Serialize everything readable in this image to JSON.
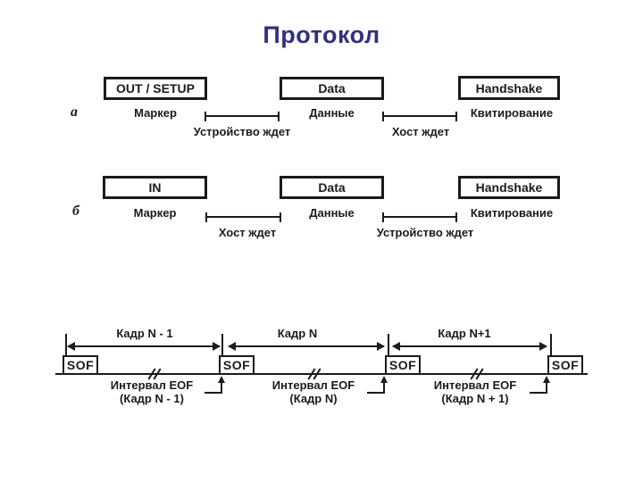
{
  "slide": {
    "title": "Протокол"
  },
  "colors": {
    "title_accent": "#31327d",
    "ink": "#1b1b1b",
    "background": "#ffffff"
  },
  "transactions": [
    {
      "row_label": "а",
      "boxes": [
        "OUT / SETUP",
        "Data",
        "Handshake"
      ],
      "packet_labels": [
        "Маркер",
        "Данные",
        "Квитирование"
      ],
      "wait_labels": [
        "Устройство ждет",
        "Хост ждет"
      ]
    },
    {
      "row_label": "б",
      "boxes": [
        "IN",
        "Data",
        "Handshake"
      ],
      "packet_labels": [
        "Маркер",
        "Данные",
        "Квитирование"
      ],
      "wait_labels": [
        "Хост ждет",
        "Устройство ждет"
      ]
    }
  ],
  "frame_timeline": {
    "frame_labels": [
      "Кадр N - 1",
      "Кадр N",
      "Кадр N+1"
    ],
    "sof_label": "SOF",
    "eof_intervals": [
      {
        "line1": "Интервал EOF",
        "line2": "(Кадр N - 1)"
      },
      {
        "line1": "Интервал EOF",
        "line2": "(Кадр N)"
      },
      {
        "line1": "Интервал EOF",
        "line2": "(Кадр N + 1)"
      }
    ]
  }
}
